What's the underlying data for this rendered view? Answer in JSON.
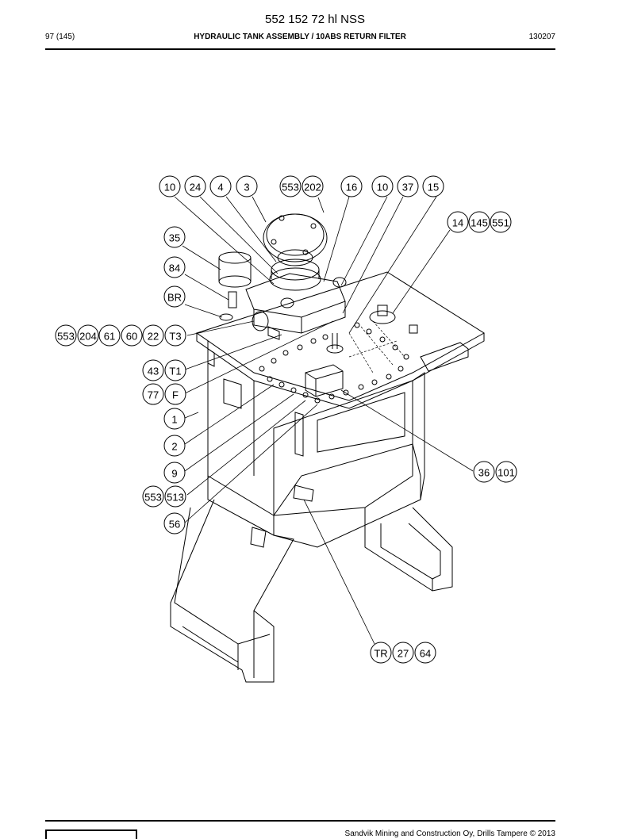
{
  "header": {
    "doc_number": "552 152 72 hl NSS",
    "page": "97 (145)",
    "section_title": "HYDRAULIC TANK ASSEMBLY / 10ABS RETURN FILTER",
    "date_code": "130207"
  },
  "footer": {
    "copyright": "Sandvik Mining and Construction Oy, Drills Tampere © 2013"
  },
  "balloons": {
    "top_row": [
      "10",
      "24",
      "4",
      "3",
      "553",
      "202",
      "16",
      "10",
      "37",
      "15"
    ],
    "right_group": [
      "14",
      "145",
      "551"
    ],
    "left_column": [
      "35",
      "84",
      "BR"
    ],
    "t3_row": [
      "553",
      "204",
      "61",
      "60",
      "22",
      "T3"
    ],
    "t1_row": [
      "43",
      "T1"
    ],
    "f_row": [
      "77",
      "F"
    ],
    "lower_left": [
      "1",
      "2",
      "9"
    ],
    "row_513": [
      "553",
      "513"
    ],
    "single_56": [
      "56"
    ],
    "right_36": [
      "36",
      "101"
    ],
    "bottom_tr": [
      "TR",
      "27",
      "64"
    ]
  }
}
